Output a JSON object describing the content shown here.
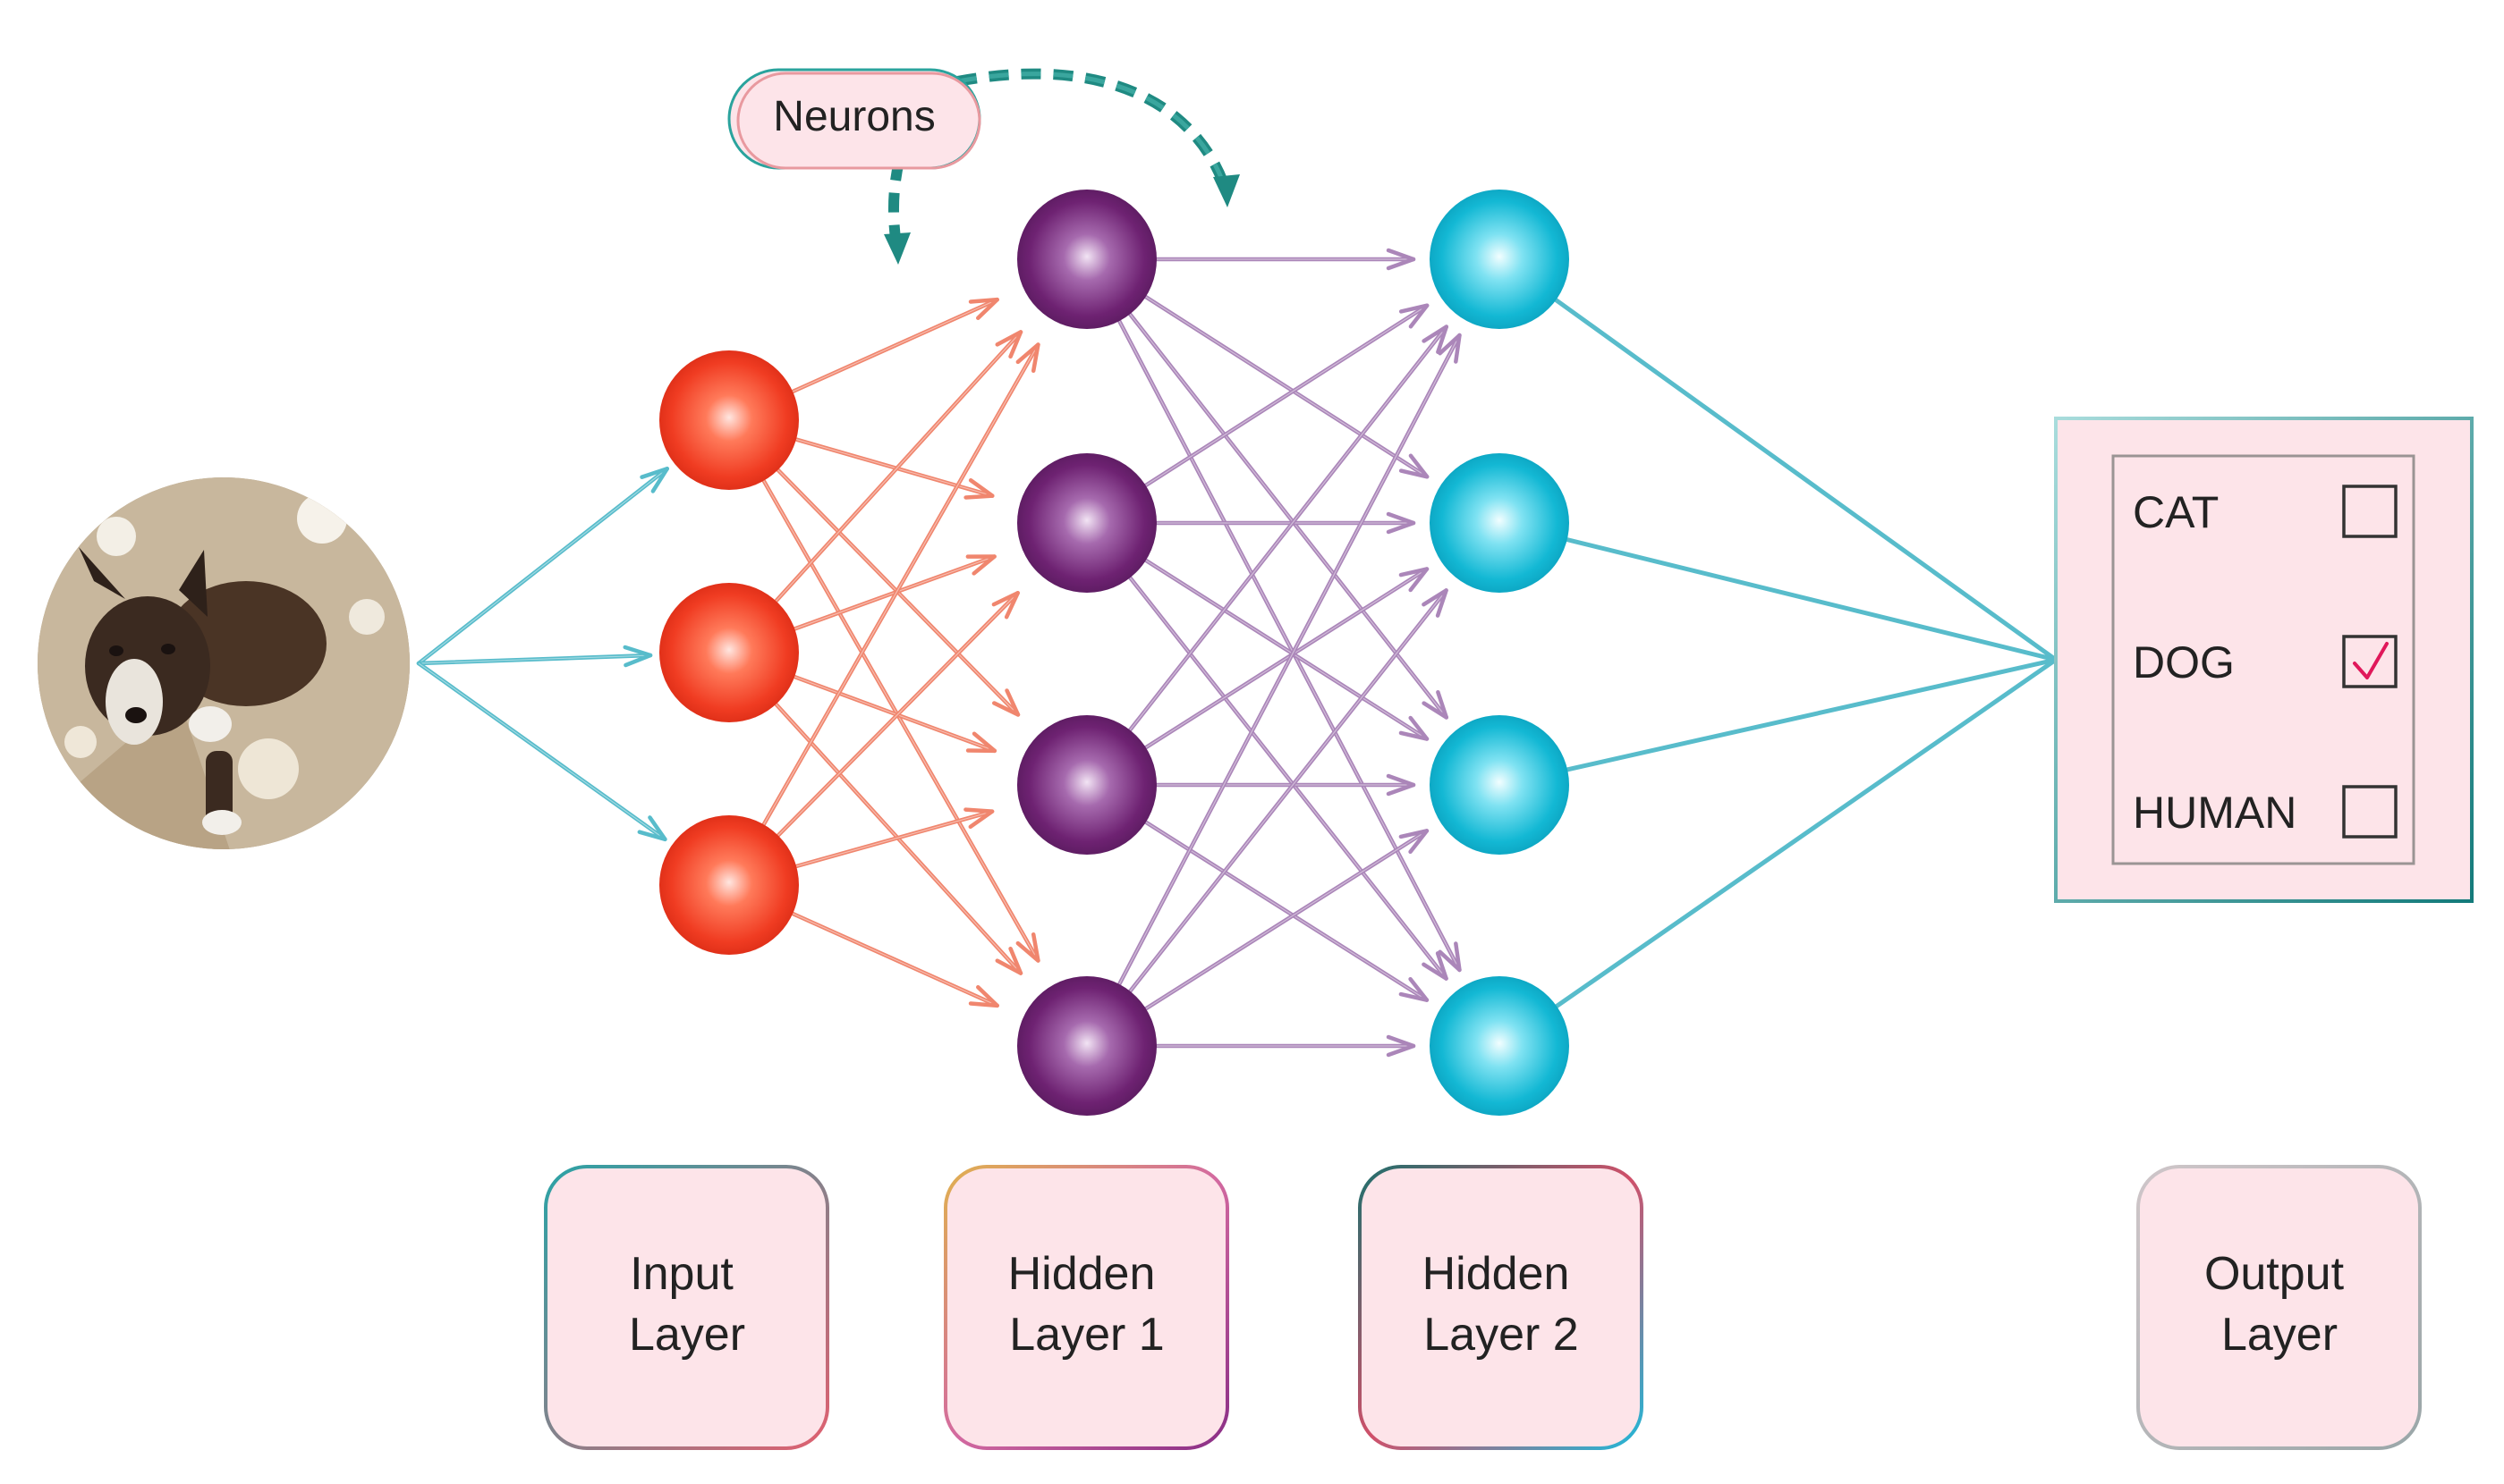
{
  "colors": {
    "input_neuron": "#f03c22",
    "hidden1_neuron": "#6e2272",
    "hidden2_neuron": "#13b8d4",
    "input_edges": "#f0866e",
    "hidden1_edges": "#ab86b9",
    "teal_edges": "#58bccb",
    "label_box_fill": "#fde4e9",
    "output_panel_fill": "#fde4e9",
    "check_mark": "#e0185a"
  },
  "callout": {
    "text": "Neurons"
  },
  "input_image": {
    "icon": "dog-photo"
  },
  "network": {
    "input_count": 3,
    "hidden1_count": 4,
    "hidden2_count": 4
  },
  "output": {
    "classes": [
      {
        "label": "CAT",
        "checked": false
      },
      {
        "label": "DOG",
        "checked": true
      },
      {
        "label": "HUMAN",
        "checked": false
      }
    ]
  },
  "layer_labels": [
    {
      "line1": "Input",
      "line2": "Layer"
    },
    {
      "line1": "Hidden",
      "line2": "Layer 1"
    },
    {
      "line1": "Hidden",
      "line2": "Layer 2"
    },
    {
      "line1": "Output",
      "line2": "Layer"
    }
  ]
}
